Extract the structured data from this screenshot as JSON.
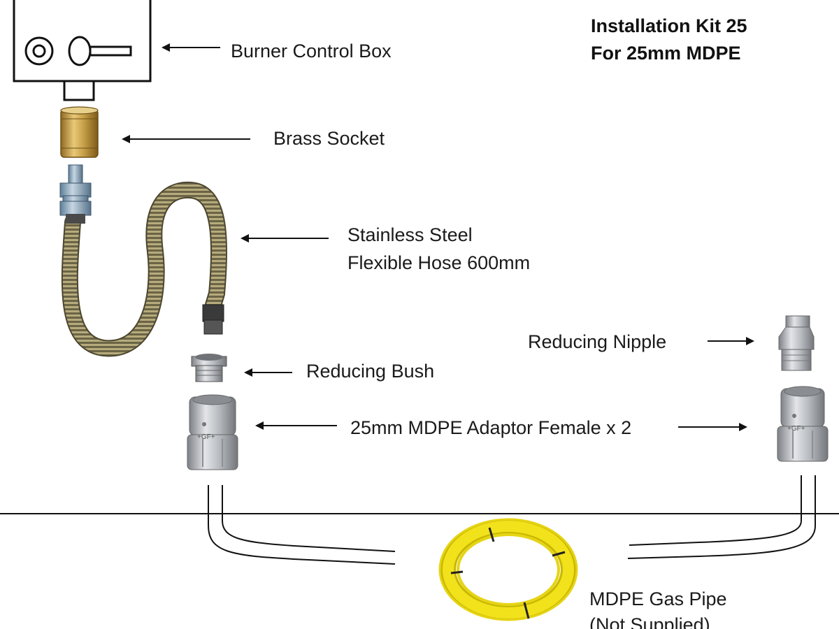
{
  "title": {
    "line1": "Installation Kit 25",
    "line2": "For 25mm MDPE"
  },
  "labels": {
    "burner_control_box": "Burner Control Box",
    "brass_socket": "Brass Socket",
    "hose_line1": "Stainless Steel",
    "hose_line2": "Flexible Hose 600mm",
    "reducing_nipple": "Reducing Nipple",
    "reducing_bush": "Reducing Bush",
    "adaptor": "25mm MDPE Adaptor Female x 2",
    "gas_pipe_line1": "MDPE Gas Pipe",
    "gas_pipe_line2": "(Not Supplied)"
  },
  "adaptor_marking": "+GF+",
  "colors": {
    "line": "#111111",
    "brass": "#c9a24a",
    "steel": "#a9adb2",
    "pipe_yellow": "#f2e21c"
  }
}
